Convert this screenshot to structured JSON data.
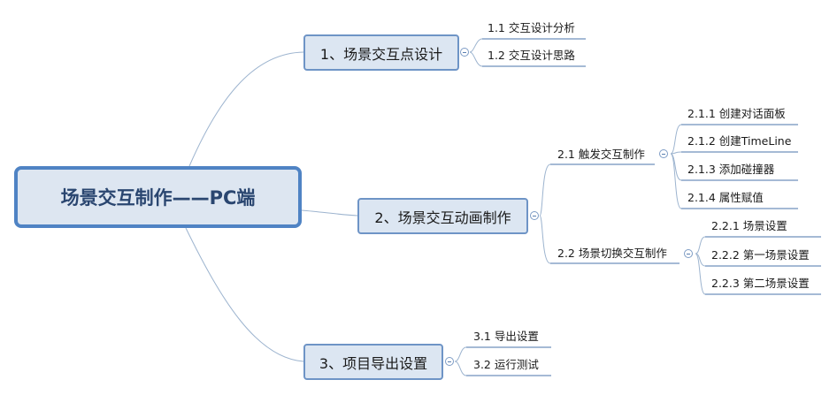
{
  "root": {
    "label": "场景交互制作——PC端"
  },
  "topics": [
    {
      "label": "1、场景交互点设计",
      "children": [
        "1.1 交互设计分析",
        "1.2 交互设计思路"
      ]
    },
    {
      "label": "2、场景交互动画制作",
      "children": [
        {
          "label": "2.1 触发交互制作",
          "children": [
            "2.1.1 创建对话面板",
            "2.1.2 创建TimeLine",
            "2.1.3 添加碰撞器",
            "2.1.4 属性赋值"
          ]
        },
        {
          "label": "2.2 场景切换交互制作",
          "children": [
            "2.2.1 场景设置",
            "2.2.2 第一场景设置",
            "2.2.3 第二场景设置"
          ]
        }
      ]
    },
    {
      "label": "3、项目导出设置",
      "children": [
        "3.1 导出设置",
        "3.2 运行测试"
      ]
    }
  ],
  "colors": {
    "root_border": "#4f83c4",
    "box_fill": "#dce6f2",
    "connector": "#9db4cf"
  },
  "icons": {
    "collapse": "collapse-toggle-icon"
  }
}
